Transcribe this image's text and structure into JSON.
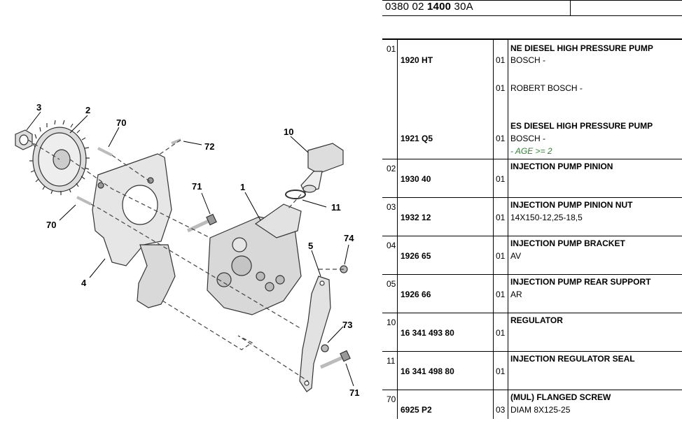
{
  "diagram": {
    "callouts": [
      "3",
      "2",
      "70",
      "72",
      "10",
      "71",
      "1",
      "11",
      "70",
      "5",
      "74",
      "4",
      "73",
      "71"
    ]
  },
  "header": {
    "ref_pre": "0380 02 ",
    "ref_bold": "1400",
    "ref_post": " 30A"
  },
  "rows": [
    {
      "no": "01",
      "pn": "1920 HT",
      "qty": "01",
      "desc": "NE DIESEL HIGH PRESSURE PUMP",
      "sub": "BOSCH -"
    },
    {
      "qty2": "01",
      "sub2": "ROBERT BOSCH -"
    },
    {
      "pn": "1921 Q5",
      "qty": "01",
      "desc": "ES DIESEL HIGH PRESSURE PUMP",
      "sub": "BOSCH -",
      "note": "- AGE >= 2"
    },
    {
      "no": "02",
      "pn": "1930 40",
      "qty": "01",
      "desc": "INJECTION PUMP PINION"
    },
    {
      "no": "03",
      "pn": "1932 12",
      "qty": "01",
      "desc": "INJECTION PUMP PINION NUT",
      "sub": "14X150-12,25-18,5"
    },
    {
      "no": "04",
      "pn": "1926 65",
      "qty": "01",
      "desc": "INJECTION PUMP BRACKET",
      "sub": "AV"
    },
    {
      "no": "05",
      "pn": "1926 66",
      "qty": "01",
      "desc": "INJECTION PUMP REAR SUPPORT",
      "sub": "AR"
    },
    {
      "no": "10",
      "pn": "16 341 493 80",
      "qty": "01",
      "desc": "REGULATOR"
    },
    {
      "no": "11",
      "pn": "16 341 498 80",
      "qty": "01",
      "desc": "INJECTION REGULATOR SEAL"
    },
    {
      "no": "70",
      "pn": "6925 P2",
      "qty": "03",
      "desc": "(MUL) FLANGED SCREW",
      "sub": "DIAM 8X125-25"
    }
  ]
}
